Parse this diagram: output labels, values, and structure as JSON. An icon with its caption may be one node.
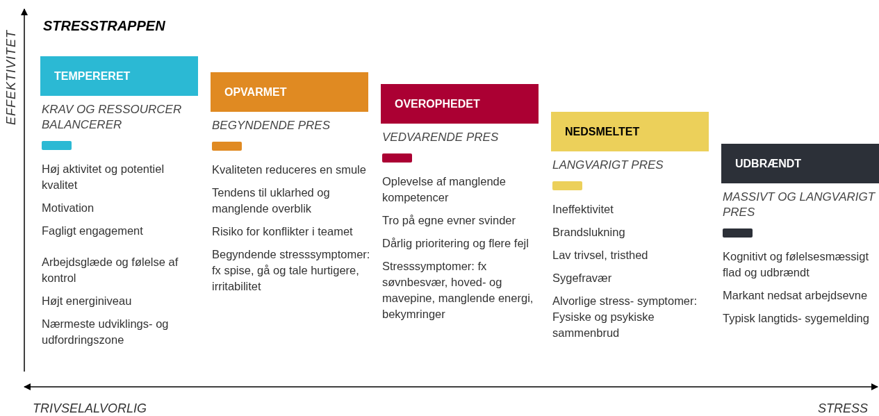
{
  "diagram": {
    "title": "STRESSTRAPPEN",
    "nodes": [
      {
        "text": [
          "TEMPERERET"
        ],
        "beside": [
          "KRAV OG RESSOURCER BALANCERER",
          "Høj aktivitet og potentiel kvalitet",
          "Motivation",
          "Fagligt engagement",
          "Arbejdsglæde og følelse af kontrol",
          "Højt energiniveau",
          "Nærmeste udviklings- og udfordringszone"
        ]
      },
      {
        "text": [
          "OPVARMET"
        ],
        "beside": [
          "BEGYNDENDE PRES",
          "Kvaliteten reduceres en smule",
          "Tendens til uklarhed og manglende overblik",
          "Risiko for konflikter i teamet",
          "Begyndende stresssymptomer: fx spise, gå og tale hurtigere, irritabilitet"
        ]
      },
      {
        "text": [
          "OVEROPHEDET"
        ],
        "beside": [
          "VEDVARENDE PRES",
          "Oplevelse af manglende kompetencer",
          "Tro på egne evner svinder",
          "Dårlig prioritering og flere fejl",
          "Stresssymptomer: fx søvnbesvær, hoved- og mavepine, manglende energi, bekymringer"
        ]
      },
      {
        "text": [
          "NEDSMELTET"
        ],
        "beside": [
          "LANGVARIGT PRES",
          "Ineffektivitet",
          "Brandslukning",
          "Lav trivsel, tristhed",
          "Sygefravær",
          "Alvorlige stress- symptomer: Fysiske og psykiske sammenbrud"
        ]
      },
      {
        "text": [
          "UDBRÆNDT"
        ],
        "beside": [
          "MASSIVT OG LANGVARIGT PRES",
          "Kognitivt og følelsesmæssigt flad og udbrændt",
          "Markant nedsat arbejdsevne",
          "Typisk langtids- sygemelding"
        ]
      }
    ],
    "edges": [],
    "labels": [
      "EFFEKTIVITET",
      "TRIVSELALVORLIG",
      "STRESS"
    ]
  }
}
